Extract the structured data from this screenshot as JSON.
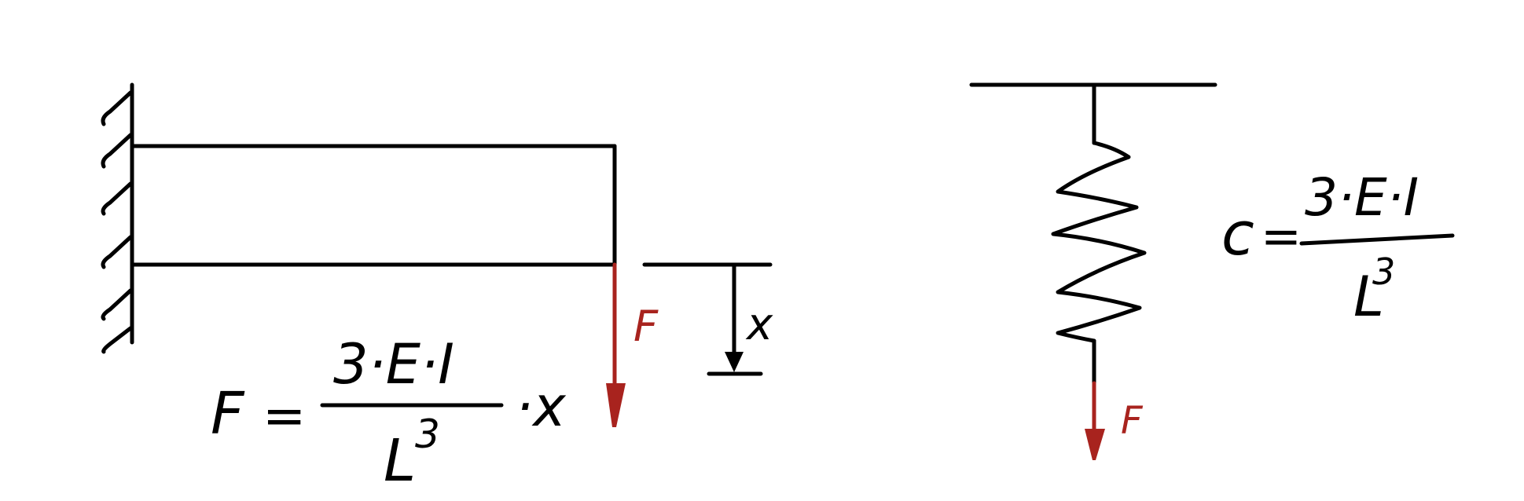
{
  "colors": {
    "ink": "#000000",
    "force": "#a8231e",
    "background": "#ffffff"
  },
  "beam_diagram": {
    "force_label": "F",
    "deflection_label": "x",
    "formula": {
      "lhs": "F",
      "equals": "=",
      "numerator": "3·E·I",
      "denominator_base": "L",
      "denominator_exponent": "3",
      "multiplier": "·x"
    }
  },
  "spring_diagram": {
    "force_label": "F",
    "formula": {
      "lhs": "c",
      "equals": "=",
      "numerator": "3·E·I",
      "denominator_base": "L",
      "denominator_exponent": "3"
    }
  }
}
